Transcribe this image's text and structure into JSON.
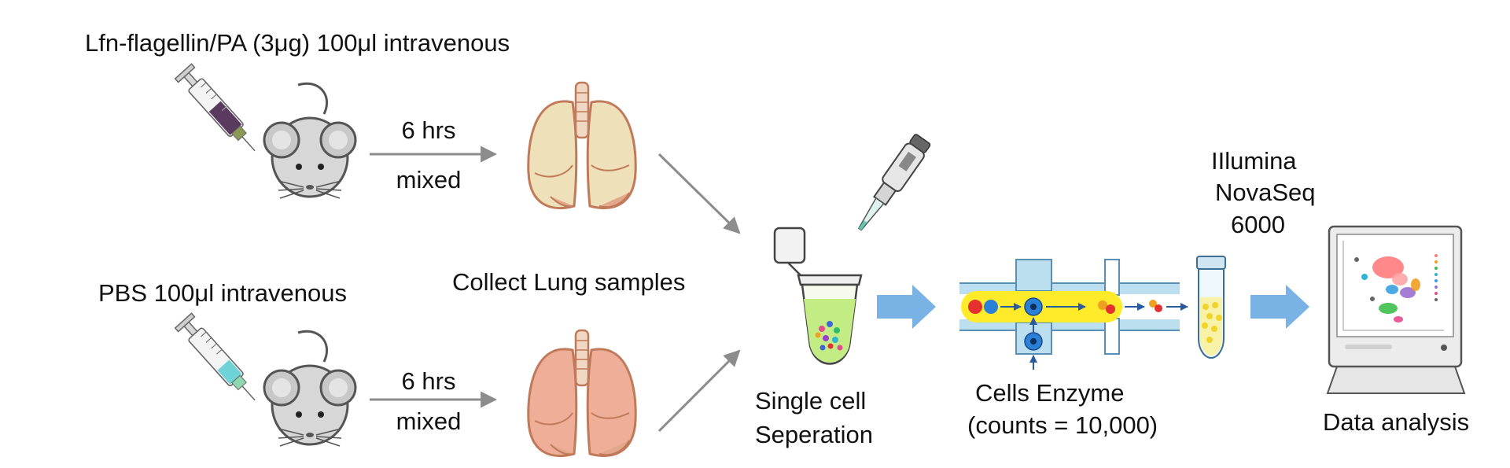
{
  "labels": {
    "treatment": "Lfn-flagellin/PA (3μg) 100μl intravenous",
    "control": "PBS 100μl intravenous",
    "time_top": "6 hrs",
    "mix_top": "mixed",
    "time_bottom": "6 hrs",
    "mix_bottom": "mixed",
    "collect": "Collect Lung samples",
    "sep_line1": "Single cell",
    "sep_line2": "Seperation",
    "enzyme_line1": "Cells Enzyme",
    "enzyme_line2": "(counts = 10,000)",
    "seq_line1": "IIlumina",
    "seq_line2": "NovaSeq",
    "seq_line3": "6000",
    "analysis": "Data analysis"
  },
  "icons": {
    "syringe": "syringe-icon",
    "mouse": "mouse-icon",
    "lungs": "lungs-icon",
    "pipette": "pipette-icon",
    "tube": "microtube-icon",
    "chip": "microfluidic-chip-icon",
    "falcon": "falcon-tube-icon",
    "monitor": "monitor-icon"
  },
  "colors": {
    "treated_lung": "#eee0b8",
    "control_lung": "#eeae98",
    "lung_outline": "#c07a5a",
    "arrow_gray": "#8c8c8c",
    "block_arrow": "#79b3e6",
    "chip_channel": "#ffeb2a",
    "chip_wall": "#bcdff0",
    "cell_blue": "#2a7fd6",
    "drop_red": "#e53030",
    "tube_liquid": "#c4ec84",
    "syringe_fluid_top": "#5a3b5f",
    "syringe_fluid_bottom": "#6fd2d6"
  }
}
